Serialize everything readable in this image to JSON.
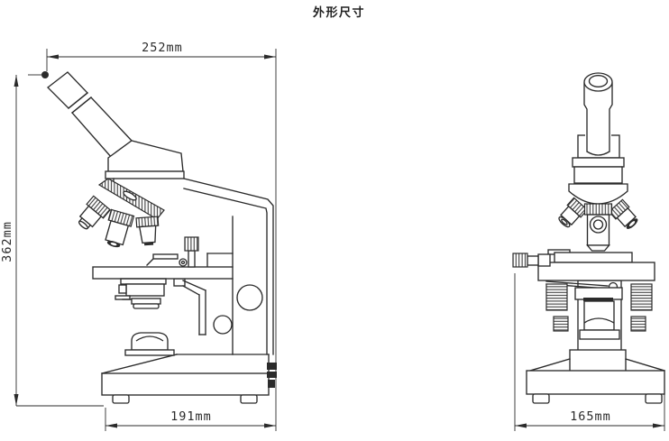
{
  "title": "外形尺寸",
  "colors": {
    "line": "#2b2b2b",
    "background": "#ffffff"
  },
  "dimensions": {
    "side_top_width": "252mm",
    "side_height": "362mm",
    "side_base_width": "191mm",
    "front_base_width": "165mm"
  }
}
